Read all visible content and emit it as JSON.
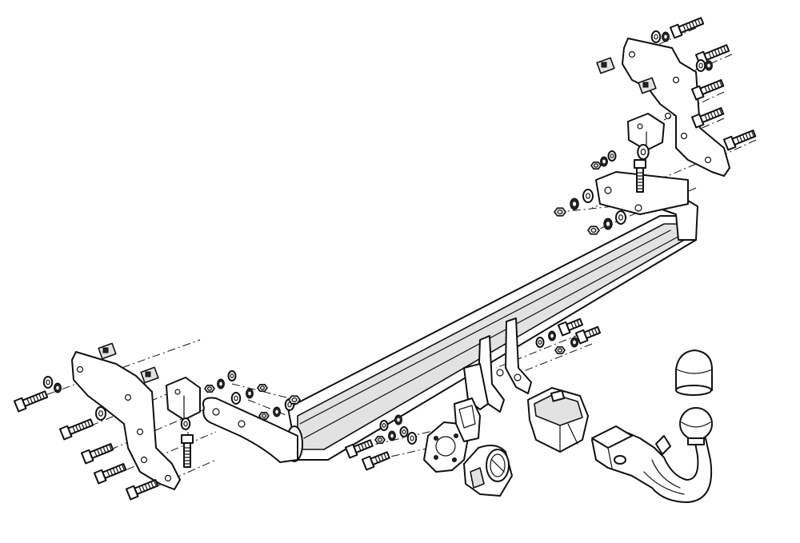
{
  "diagram": {
    "type": "exploded-assembly-drawing",
    "colors": {
      "line": "#111111",
      "fill": "#ffffff",
      "shade": "#e2e2e2"
    },
    "icons": {
      "crossbar": "crossbar-beam",
      "bracket_right": "right-mounting-plate",
      "bracket_left": "left-mounting-plate",
      "towball": "detachable-towball",
      "ball_cap": "ball-cover-cap",
      "socket": "electrical-socket-13pin",
      "socket_plate": "socket-mounting-plate",
      "receiver": "towball-receiver-housing",
      "bolt": "hex-bolt",
      "nut": "hex-nut",
      "washer": "flat-washer",
      "spring_washer": "spring-washer",
      "clip_nut": "cage-clip-nut",
      "angle_bracket": "angle-support-bracket"
    }
  }
}
